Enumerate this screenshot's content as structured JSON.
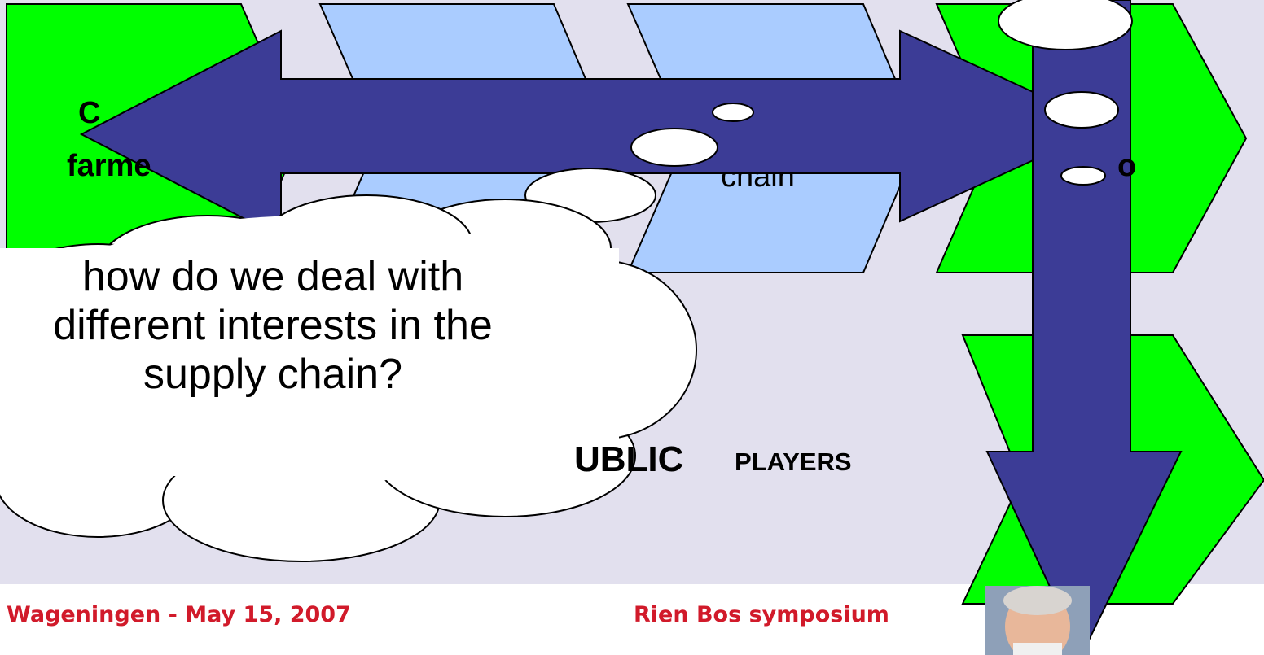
{
  "chevrons": {
    "farmers_label": "farme",
    "farmers_initial": "C",
    "chain_label": "chain",
    "right_top_label": "o"
  },
  "public_players": {
    "public": "UBLIC",
    "players": "PLAYERS"
  },
  "thought_bubble": {
    "text": "how do we deal with different interests in the supply chain?"
  },
  "footer": {
    "left": "Wageningen - May 15, 2007",
    "right": "Rien Bos symposium"
  },
  "colors": {
    "background_band": "#e2e0ee",
    "green": "#00ff00",
    "light_blue": "#aaccff",
    "arrow": "#3c3c96",
    "footer_text": "#d11a2a"
  }
}
